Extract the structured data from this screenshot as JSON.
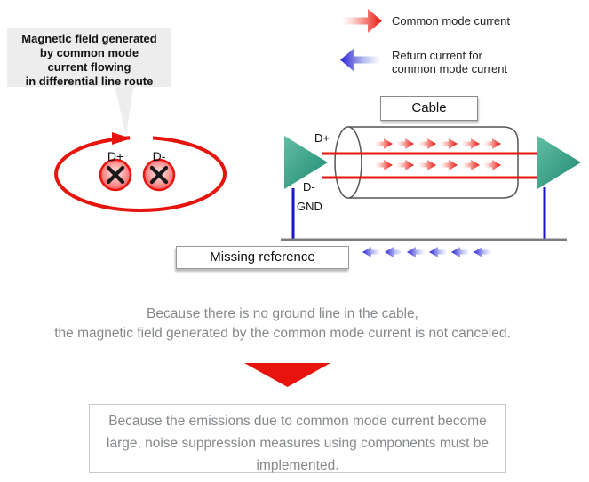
{
  "callout": {
    "lines": [
      "Magnetic field generated",
      "by common mode",
      "current flowing",
      "in differential line route"
    ]
  },
  "legend": {
    "common_mode_label": "Common mode current",
    "return_label_line1": "Return current for",
    "return_label_line2": "common mode current"
  },
  "field_loop": {
    "dplus_label": "D+",
    "dminus_label": "D-"
  },
  "cable_diagram": {
    "cable_label": "Cable",
    "dplus_label": "D+",
    "dminus_label": "D-",
    "gnd_label": "GND",
    "missing_reference_label": "Missing reference",
    "common_mode_arrow_rows": 2,
    "common_mode_arrows_per_row": 6,
    "return_arrow_count": 6
  },
  "conclusion": {
    "line1": "Because there is no ground line in the cable,",
    "line2": "the magnetic field generated by the common mode current is not canceled."
  },
  "action_box": {
    "text": "Because the emissions due to common mode current become large, noise suppression measures using components must be implemented."
  },
  "colors": {
    "accent_red": "#e6140c",
    "return_blue": "#1a14cc",
    "connector_teal": "#2e9c85",
    "ground_gray": "#7d7d7d",
    "muted_text": "#85898c",
    "callout_bg": "#ededed"
  }
}
